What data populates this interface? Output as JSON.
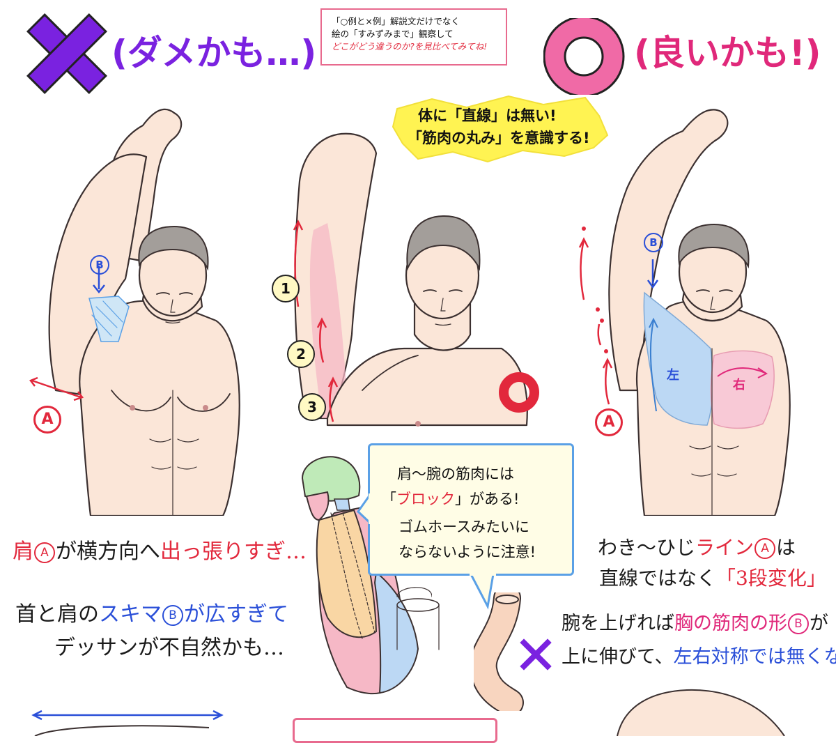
{
  "header": {
    "bad_mark": "✕",
    "bad_label": "(ダメかも…)",
    "good_label": "(良いかも!)",
    "note_lines": [
      "「○例と×例」解説文だけでなく",
      "絵の「すみずみまで」観察して",
      "どこがどう違うのか?を見比べてみてね!"
    ]
  },
  "center": {
    "burst_line1": "体に「直線」は無い!",
    "burst_line2": "「筋肉の丸み」を意識する!",
    "steps": [
      "1",
      "2",
      "3"
    ]
  },
  "left": {
    "label_a": "A",
    "label_b": "B",
    "line1_a": "肩",
    "line1_b": "A",
    "line1_c": "が横方向へ",
    "line1_d": "出っ張りすぎ…",
    "line2_a": "首と肩の",
    "line2_b": "スキマ",
    "line2_c": "B",
    "line2_d": "が広すぎて",
    "line3": "デッサンが不自然かも…"
  },
  "right": {
    "label_a": "A",
    "label_b": "B",
    "label_left": "左",
    "label_right": "右",
    "line1_a": "わき〜ひじ",
    "line1_b": "ライン",
    "line1_c": "A",
    "line1_d": "は",
    "line2_a": "直線ではなく",
    "line2_b": "「3段変化」",
    "line3_a": "腕を上げれば",
    "line3_b": "胸の筋肉の形",
    "line3_c": "B",
    "line3_d": "が",
    "line4_a": "上に伸びて、",
    "line4_b": "左右対称では無くなる"
  },
  "bubble": {
    "line1": "肩〜腕の筋肉には",
    "line2_a": "「",
    "line2_b": "ブロック",
    "line2_c": "」がある!",
    "line3": "ゴムホースみたいに",
    "line4": "ならないように注意!"
  },
  "colors": {
    "purple": "#7a22e0",
    "pink": "#e0287a",
    "red": "#e2283c",
    "blue": "#2a4fd8"
  }
}
